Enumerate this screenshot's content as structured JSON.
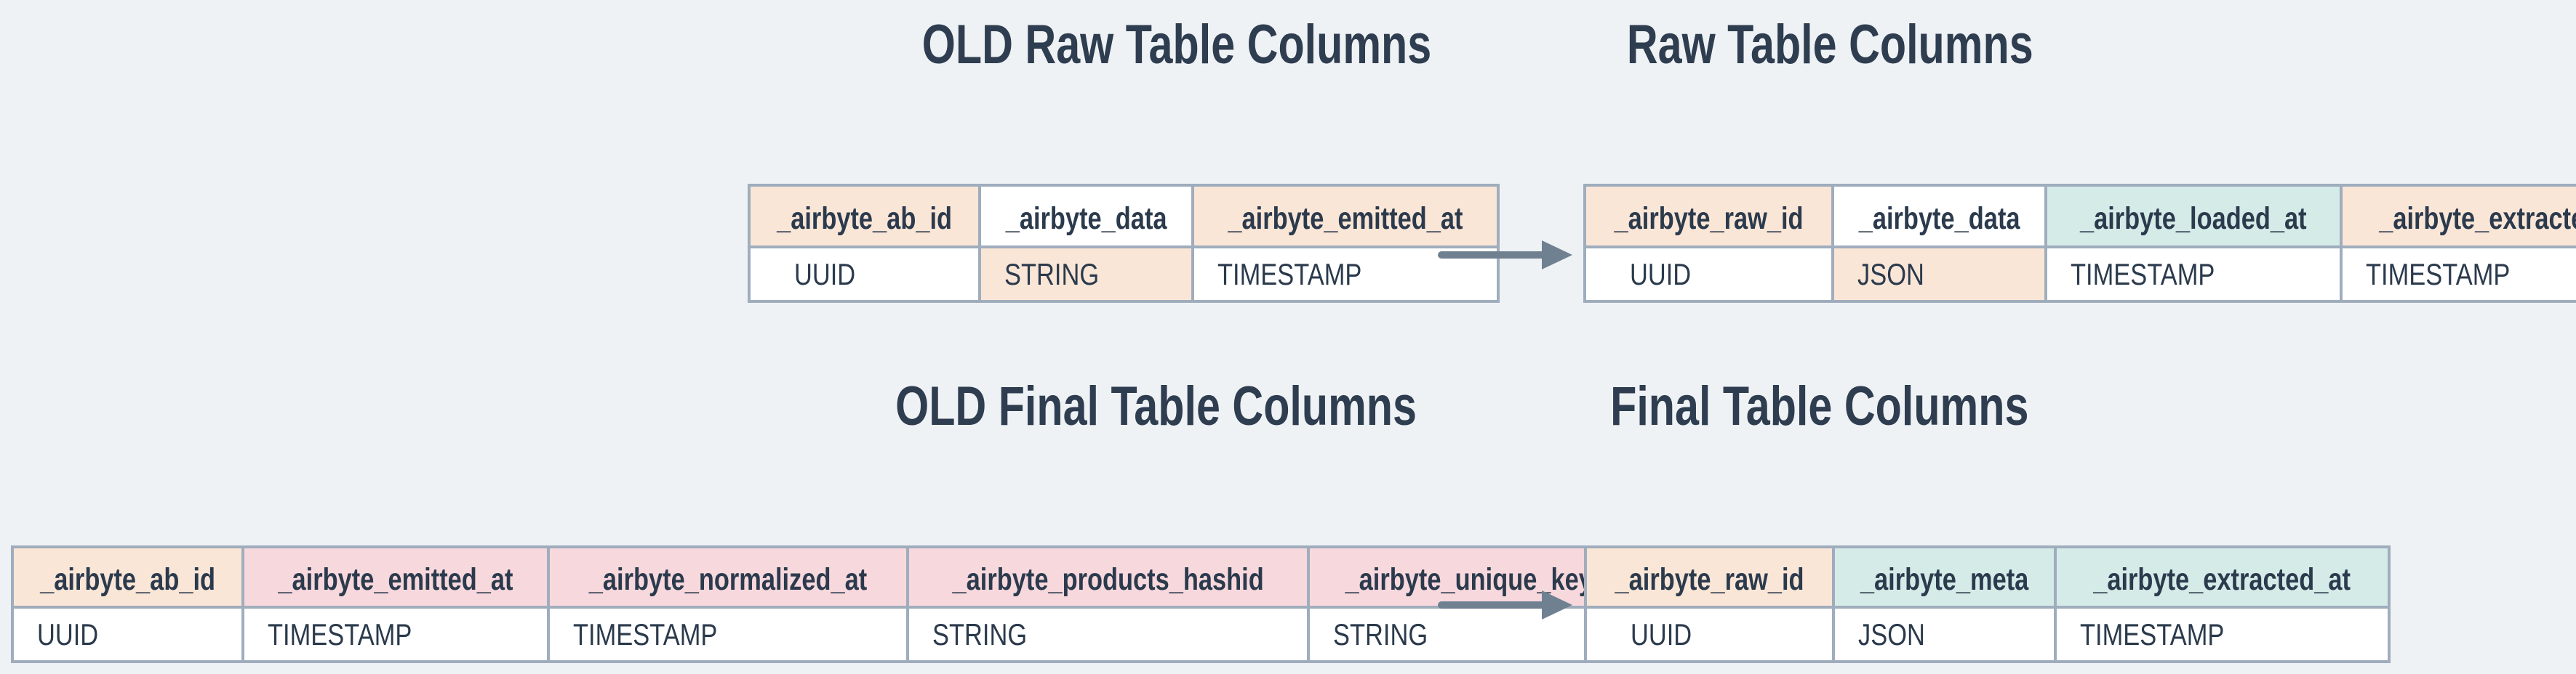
{
  "diagram": {
    "description": "Airbyte old vs new raw and final table column schemas"
  },
  "titles": {
    "old_raw": "OLD Raw Table Columns",
    "new_raw": "Raw Table Columns",
    "old_final": "OLD Final Table Columns",
    "new_final": "Final Table Columns"
  },
  "tables": {
    "old_raw": {
      "columns": [
        {
          "header": "_airbyte_ab_id",
          "value": "UUID",
          "header_color": "#fae6d7",
          "value_color": "#ffffff"
        },
        {
          "header": "_airbyte_data",
          "value": "STRING",
          "header_color": "#ffffff",
          "value_color": "#fae6d7"
        },
        {
          "header": "_airbyte_emitted_at",
          "value": "TIMESTAMP",
          "header_color": "#fae6d7",
          "value_color": "#ffffff"
        }
      ]
    },
    "new_raw": {
      "columns": [
        {
          "header": "_airbyte_raw_id",
          "value": "UUID",
          "header_color": "#fae6d7",
          "value_color": "#ffffff"
        },
        {
          "header": "_airbyte_data",
          "value": "JSON",
          "header_color": "#ffffff",
          "value_color": "#fae6d7"
        },
        {
          "header": "_airbyte_loaded_at",
          "value": "TIMESTAMP",
          "header_color": "#d5ebe8",
          "value_color": "#ffffff"
        },
        {
          "header": "_airbyte_extracted_at",
          "value": "TIMESTAMP",
          "header_color": "#fae6d7",
          "value_color": "#ffffff"
        }
      ]
    },
    "old_final": {
      "columns": [
        {
          "header": "_airbyte_ab_id",
          "value": "UUID",
          "header_color": "#fae6d7",
          "value_color": "#ffffff"
        },
        {
          "header": "_airbyte_emitted_at",
          "value": "TIMESTAMP",
          "header_color": "#f7d8dd",
          "value_color": "#ffffff"
        },
        {
          "header": "_airbyte_normalized_at",
          "value": "TIMESTAMP",
          "header_color": "#f7d8dd",
          "value_color": "#ffffff"
        },
        {
          "header": "_airbyte_products_hashid",
          "value": "STRING",
          "header_color": "#f7d8dd",
          "value_color": "#ffffff"
        },
        {
          "header": "_airbyte_unique_key",
          "value": "STRING",
          "header_color": "#f7d8dd",
          "value_color": "#ffffff"
        }
      ]
    },
    "new_final": {
      "columns": [
        {
          "header": "_airbyte_raw_id",
          "value": "UUID",
          "header_color": "#fae6d7",
          "value_color": "#ffffff"
        },
        {
          "header": "_airbyte_meta",
          "value": "JSON",
          "header_color": "#d5ebe8",
          "value_color": "#ffffff"
        },
        {
          "header": "_airbyte_extracted_at",
          "value": "TIMESTAMP",
          "header_color": "#d5ebe8",
          "value_color": "#ffffff"
        }
      ]
    }
  },
  "icons": {
    "raw_arrow": "right-arrow",
    "final_arrow": "right-arrow"
  },
  "colors": {
    "background": "#eff2f5",
    "table_border": "#9fadbd",
    "peach": "#fae6d7",
    "pink": "#f7d8dd",
    "teal": "#d5ebe8",
    "cell_white": "#ffffff",
    "text": "#2b3a4c",
    "title_text": "#2e3d4f",
    "arrow": "#6f8191"
  }
}
